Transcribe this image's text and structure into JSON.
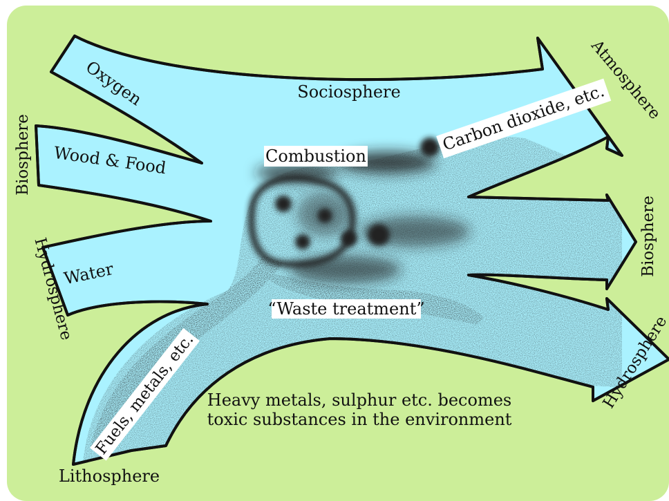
{
  "diagram": {
    "colors": {
      "background": "#ccee99",
      "flow": "#aaf2ff",
      "outline": "#111111",
      "grime": "#222222"
    },
    "labels": {
      "oxygen": "Oxygen",
      "sociosphere": "Sociosphere",
      "biosphere_left": "Biosphere",
      "wood_food": "Wood & Food",
      "hydrosphere_left": "Hydrosphere",
      "water": "Water",
      "combustion": "Combustion",
      "carbon_dioxide": "Carbon dioxide, etc.",
      "atmosphere": "Atmosphere",
      "biosphere_right": "Biosphere",
      "hydrosphere_right": "Hydrosphere",
      "waste_treatment": "“Waste treatment”",
      "fuels_metals": "Fuels, metals, etc.",
      "heavy_metals_line1": "Heavy metals, sulphur etc. becomes",
      "heavy_metals_line2": "toxic substances in the environment",
      "lithosphere": "Lithosphere"
    }
  }
}
